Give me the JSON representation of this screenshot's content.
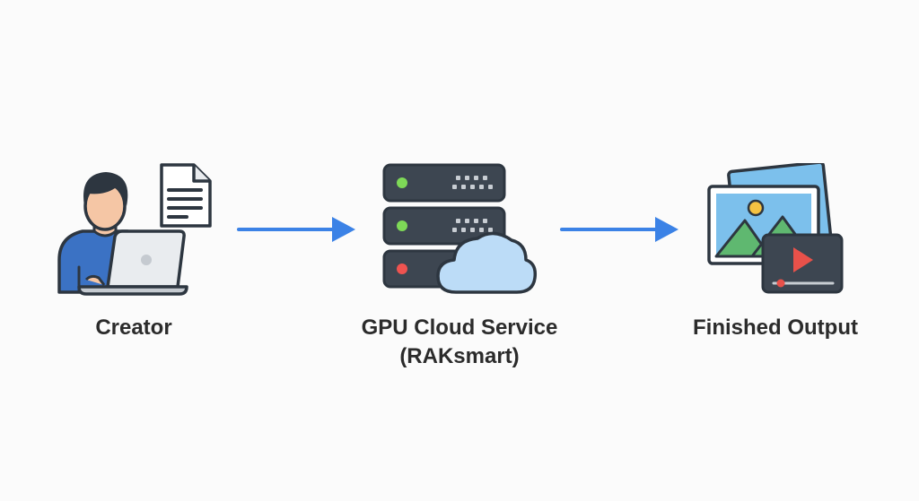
{
  "nodes": {
    "creator": {
      "label": "Creator"
    },
    "gpu_service": {
      "label_line1": "GPU Cloud Service",
      "label_line2": "(RAKsmart)"
    },
    "output": {
      "label": "Finished Output"
    }
  },
  "colors": {
    "arrow": "#3b82e6",
    "outline": "#2d3640",
    "shirt": "#3b72c4",
    "skin": "#f5c6a5",
    "hair": "#2d3640",
    "laptop": "#e9ecef",
    "server_body": "#3d4651",
    "led_green": "#7ed957",
    "led_red": "#ef5350",
    "cloud": "#bcdcf7",
    "sky": "#7cc0ec",
    "mountain": "#5fb870",
    "sun": "#f5c242",
    "play": "#e8514a"
  }
}
